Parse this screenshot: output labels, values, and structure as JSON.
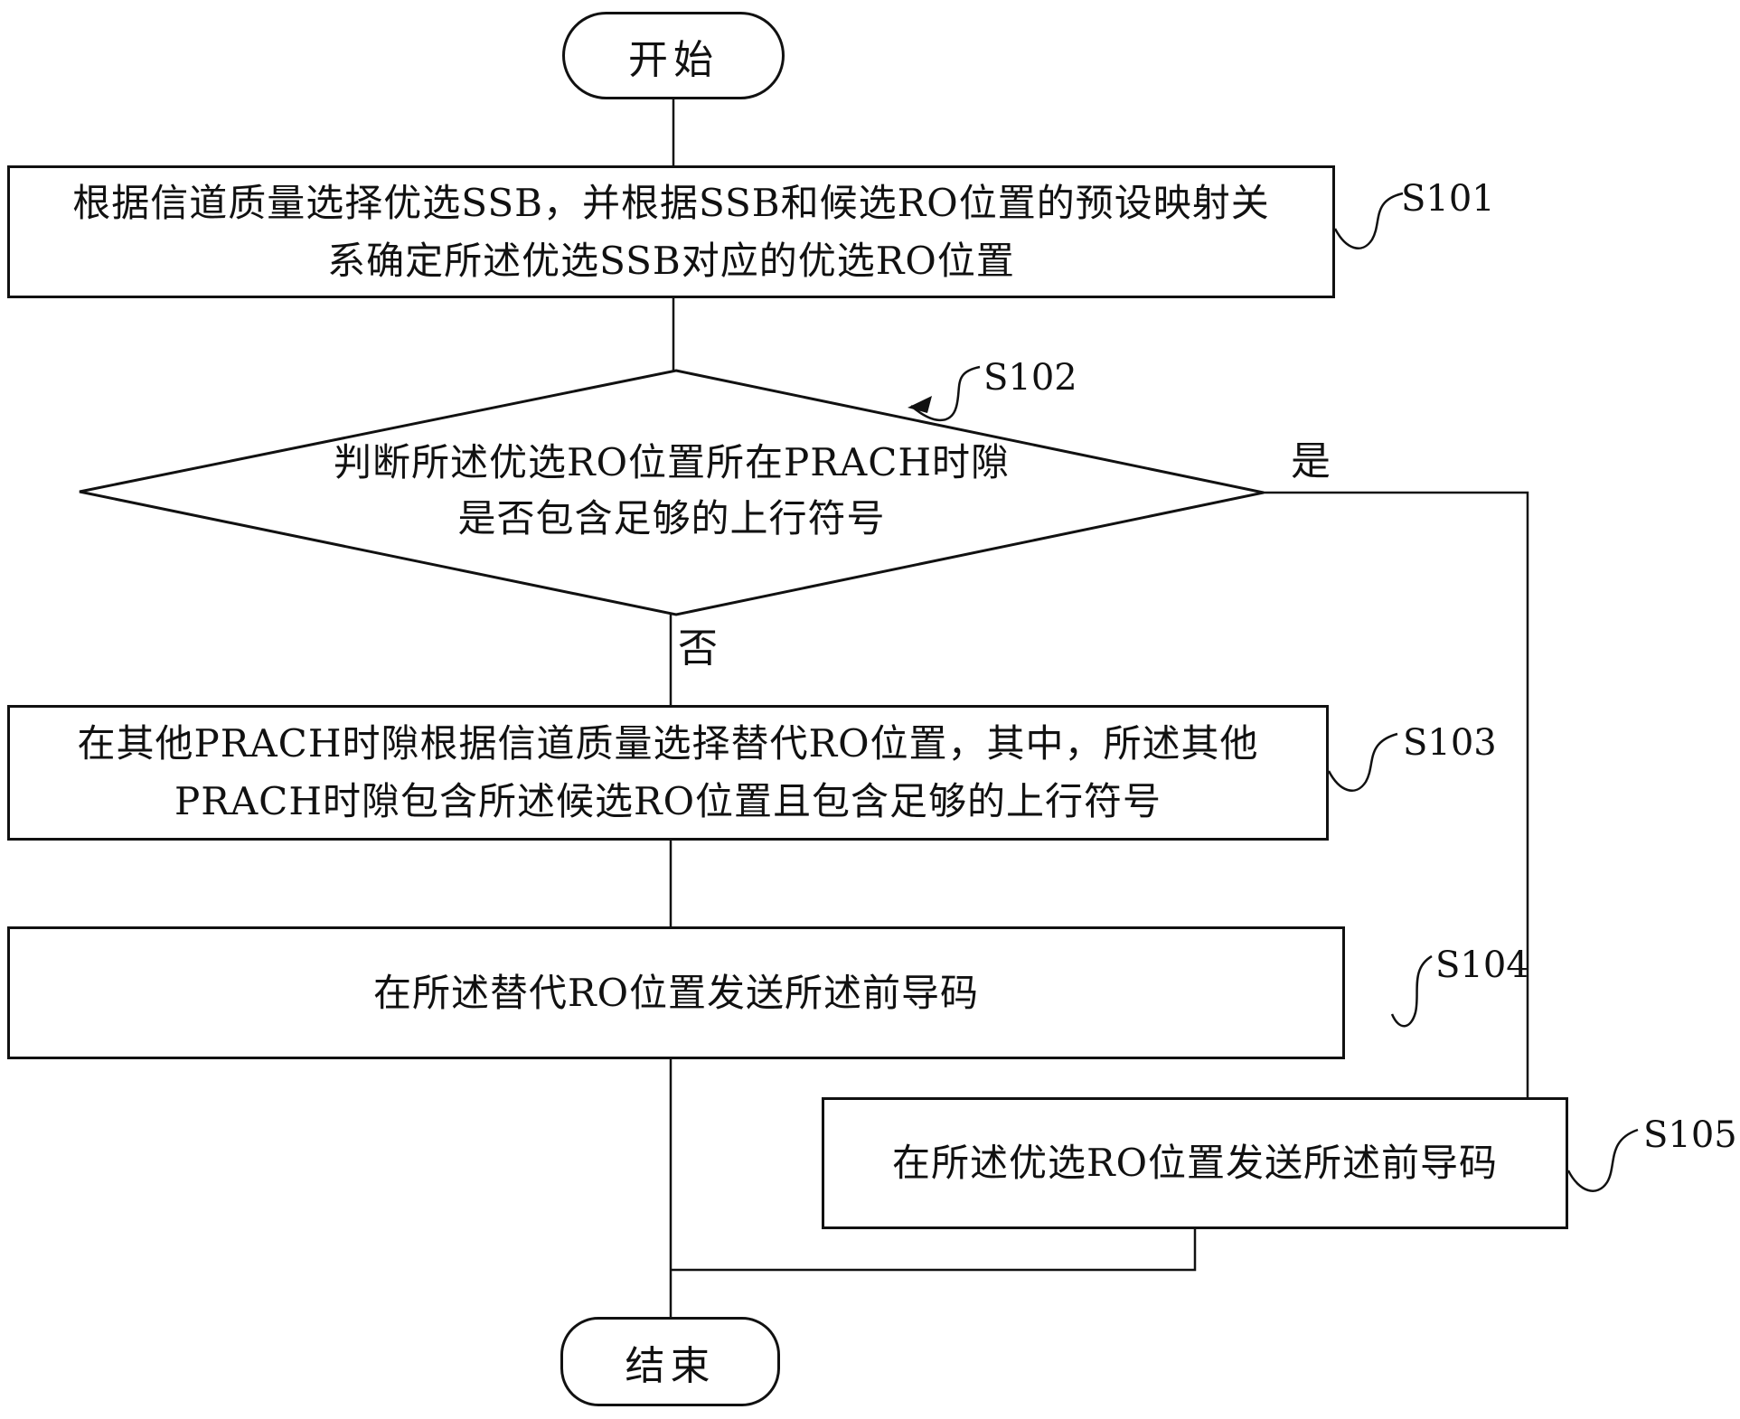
{
  "figure": {
    "background": "#ffffff",
    "line_color": "#111111"
  },
  "nodes": {
    "start": {
      "label": "开始"
    },
    "s101": {
      "step_label": "S101",
      "line1": "根据信道质量选择优选SSB，并根据SSB和候选RO位置的预设映射关",
      "line2": "系确定所述优选SSB对应的优选RO位置"
    },
    "s102": {
      "step_label": "S102",
      "line1": "判断所述优选RO位置所在PRACH时隙",
      "line2": "是否包含足够的上行符号",
      "yes_label": "是",
      "no_label": "否"
    },
    "s103": {
      "step_label": "S103",
      "line1": "在其他PRACH时隙根据信道质量选择替代RO位置，其中，所述其他",
      "line2": "PRACH时隙包含所述候选RO位置且包含足够的上行符号"
    },
    "s104": {
      "step_label": "S104",
      "text": "在所述替代RO位置发送所述前导码"
    },
    "s105": {
      "step_label": "S105",
      "text": "在所述优选RO位置发送所述前导码"
    },
    "end": {
      "label": "结束"
    }
  }
}
